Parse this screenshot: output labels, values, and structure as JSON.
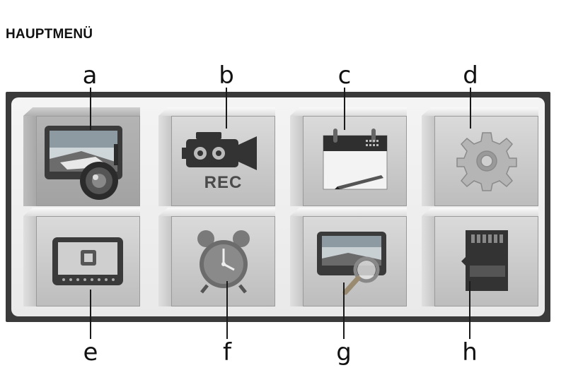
{
  "page": {
    "title": "HAUPTMENÜ"
  },
  "callouts": {
    "top": [
      "a",
      "b",
      "c",
      "d"
    ],
    "bottom": [
      "e",
      "f",
      "g",
      "h"
    ]
  },
  "menu": {
    "items": [
      {
        "icon": "live-camera-view-icon",
        "label": ""
      },
      {
        "icon": "video-record-icon",
        "label": "REC"
      },
      {
        "icon": "calendar-icon",
        "label": ""
      },
      {
        "icon": "gear-icon",
        "label": ""
      },
      {
        "icon": "monitor-display-icon",
        "label": ""
      },
      {
        "icon": "alarm-clock-icon",
        "label": ""
      },
      {
        "icon": "playback-search-icon",
        "label": ""
      },
      {
        "icon": "micro-sd-card-icon",
        "label": ""
      }
    ],
    "selected_index": 0
  },
  "colors": {
    "frame": "#3a3a3a",
    "panel": "#f0f0f0",
    "tile": "#c8c8c8"
  }
}
